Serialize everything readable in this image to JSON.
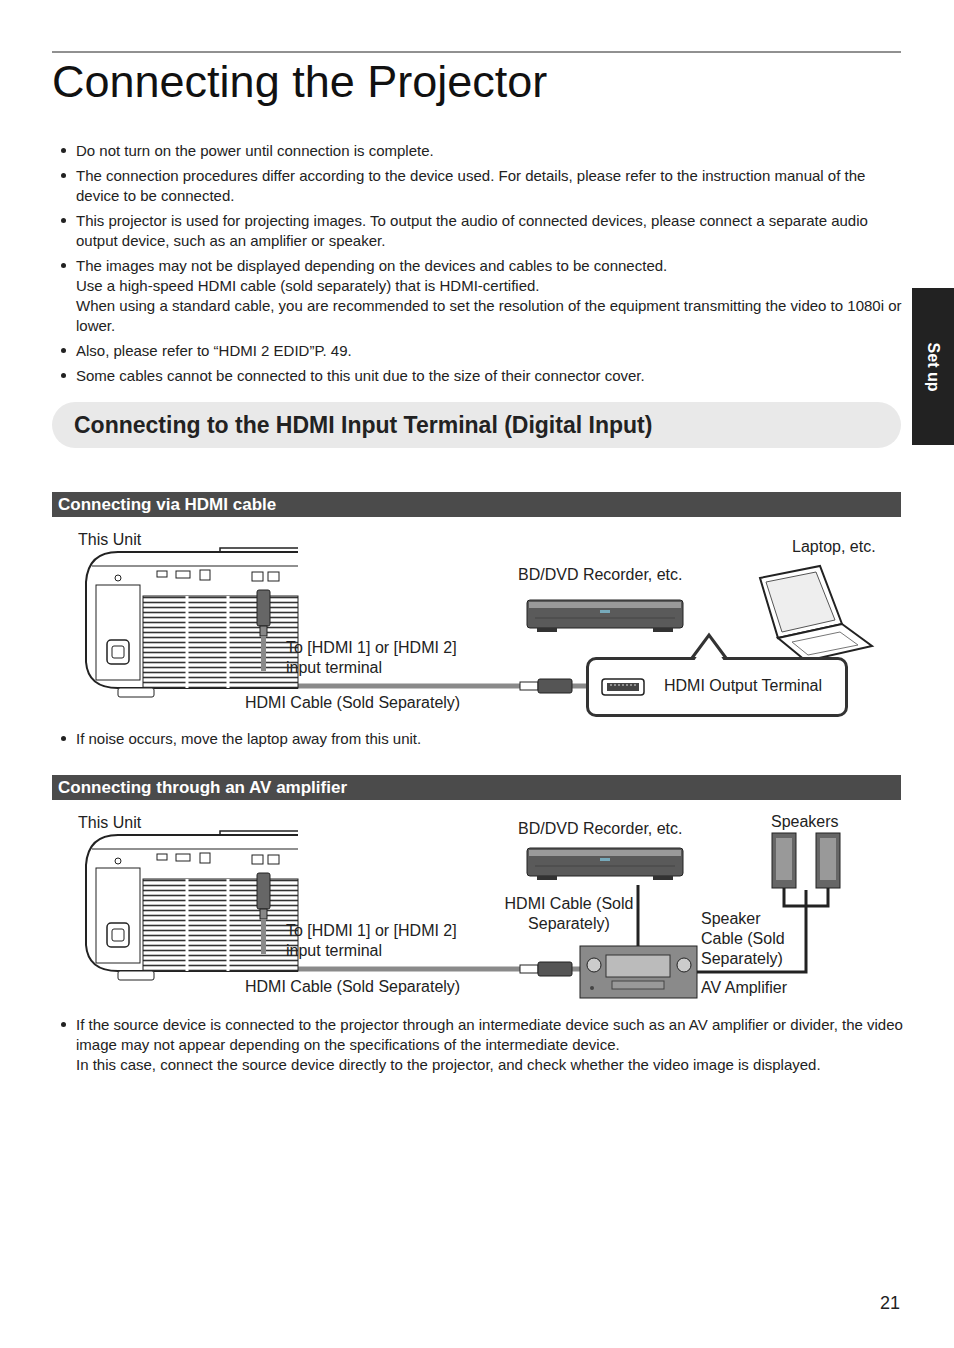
{
  "diagram": {
    "title": "Connecting the Projector",
    "nodes": [
      {
        "text": [
          "Set up"
        ]
      },
      {
        "text": [
          "Connecting to the HDMI Input Terminal (Digital Input)"
        ]
      },
      {
        "text": [
          "Connecting via HDMI cable"
        ]
      },
      {
        "text": [
          "This Unit"
        ]
      },
      {
        "text": [
          "BD/DVD Recorder, etc."
        ]
      },
      {
        "text": [
          "Laptop, etc."
        ]
      },
      {
        "text": [
          "HDMI Output Terminal"
        ]
      },
      {
        "text": [
          "Connecting through an AV amplifier"
        ]
      },
      {
        "text": [
          "This Unit"
        ]
      },
      {
        "text": [
          "BD/DVD Recorder, etc."
        ]
      },
      {
        "text": [
          "Speakers"
        ]
      },
      {
        "text": [
          "AV Amplifier"
        ]
      }
    ],
    "edges": [
      {
        "from": 3,
        "to": 6,
        "arrow": "none"
      },
      {
        "from": 9,
        "to": 11,
        "arrow": "none"
      },
      {
        "from": 8,
        "to": 11,
        "arrow": "none"
      },
      {
        "from": 11,
        "to": 10,
        "arrow": "none"
      }
    ],
    "labels": [
      "Do not turn on the power until connection is complete.",
      "The connection procedures differ according to the device used. For details, please refer to the instruction manual of the device to be connected.",
      "This projector is used for projecting images. To output the audio of connected devices, please connect a separate audio output device, such as an amplifier or speaker.",
      "The images may not be displayed depending on the devices and cables to be connected.",
      "Use a high-speed HDMI cable (sold separately) that is HDMI-certified.",
      "When using a standard cable, you are recommended to set the resolution of the equipment transmitting the video to 1080i or lower.",
      "Also, please refer to “HDMI 2 EDID”P. 49.",
      "Some cables cannot be connected to this unit due to the size of their connector cover.",
      "To [HDMI 1] or [HDMI 2] input terminal",
      "HDMI Cable (Sold Separately)",
      "If noise occurs, move the laptop away from this unit.",
      "To [HDMI 1] or [HDMI 2] input terminal",
      "HDMI Cable (Sold Separately)",
      "Speaker Cable (Sold Separately)",
      "HDMI Cable (Sold Separately)",
      "If the source device is connected to the projector through an intermediate device such as an AV amplifier or divider, the video image may not appear depending on the specifications of the intermediate device.",
      "In this case, connect the source device directly to the projector, and check whether the video image is displayed.",
      "21"
    ]
  }
}
